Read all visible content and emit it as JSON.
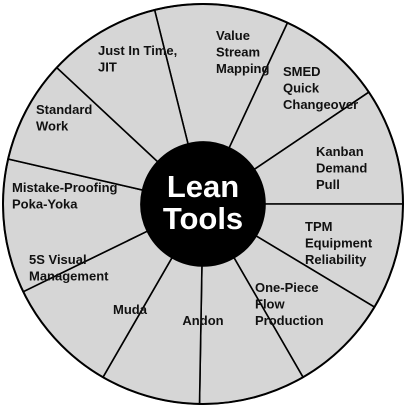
{
  "colors": {
    "segment_fill": "#d6d6d6",
    "segment_stroke": "#000000",
    "hub_fill": "#000000",
    "hub_text": "#ffffff",
    "label_text": "#111111"
  },
  "hub": {
    "lines": [
      "Lean",
      "Tools"
    ]
  },
  "segments": [
    {
      "id": "value-stream-mapping",
      "lines": [
        "Value",
        "Stream",
        "Mapping"
      ]
    },
    {
      "id": "smed-quick-changeover",
      "lines": [
        "SMED",
        "Quick",
        "Changeover"
      ]
    },
    {
      "id": "kanban-demand-pull",
      "lines": [
        "Kanban",
        "Demand",
        "Pull"
      ]
    },
    {
      "id": "tpm-equipment-reliability",
      "lines": [
        "TPM",
        "Equipment",
        "Reliability"
      ]
    },
    {
      "id": "one-piece-flow-production",
      "lines": [
        "One-Piece",
        "Flow",
        "Production"
      ]
    },
    {
      "id": "andon",
      "lines": [
        "Andon"
      ]
    },
    {
      "id": "muda",
      "lines": [
        "Muda"
      ]
    },
    {
      "id": "5s-visual-management",
      "lines": [
        "5S Visual",
        "Management"
      ]
    },
    {
      "id": "mistake-proofing-poka-yoka",
      "lines": [
        "Mistake-Proofing",
        "Poka-Yoka"
      ]
    },
    {
      "id": "standard-work",
      "lines": [
        "Standard",
        "Work"
      ]
    },
    {
      "id": "just-in-time-jit",
      "lines": [
        "Just In Time,",
        "JIT"
      ]
    }
  ]
}
